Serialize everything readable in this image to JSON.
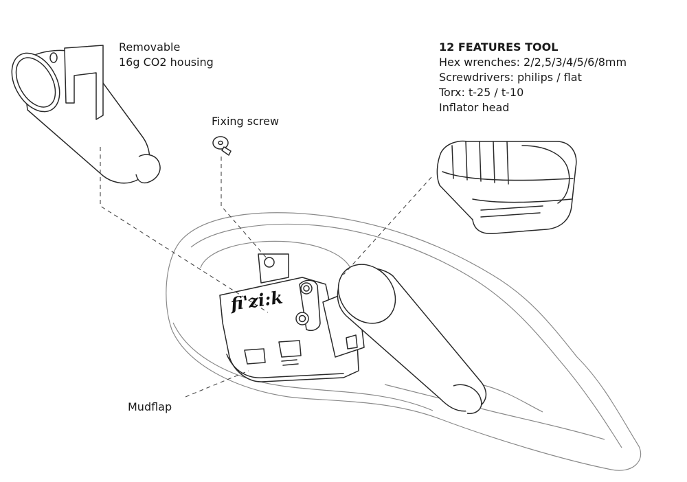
{
  "labels": {
    "co2_housing_line1": "Removable",
    "co2_housing_line2": "16g CO2 housing",
    "fixing_screw": "Fixing screw",
    "mudflap": "Mudflap",
    "tool_title": "12 FEATURES TOOL",
    "tool_features": [
      "Hex wrenches: 2/2,5/3/4/5/6/8mm",
      "Screwdrivers: philips / flat",
      "Torx: t-25 / t-10",
      "Inflator head"
    ],
    "brand_logo": "fi'zi:k"
  }
}
